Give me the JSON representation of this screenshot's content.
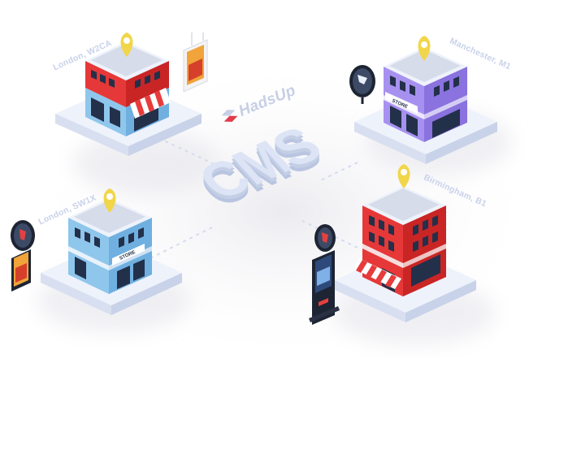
{
  "brand": {
    "name": "HadsUp",
    "center_label": "CMS"
  },
  "stores": [
    {
      "location": "London, W2CA",
      "color": "#e63838",
      "ground_color": "#8fc6ec"
    },
    {
      "location": "Manchester, M1",
      "color": "#a791f0",
      "sign": "STORE"
    },
    {
      "location": "London, SW1X",
      "color": "#8fc6ec",
      "sign": "STORE"
    },
    {
      "location": "Birmingham, B1",
      "color": "#e63838"
    }
  ],
  "colors": {
    "platform": "#e8edf8",
    "connector": "#d4dcee",
    "pin": "#f1d64a",
    "awning_red": "#e83b3b"
  },
  "icons": [
    "location-pin-icon",
    "digital-poster-icon",
    "round-screen-icon",
    "digital-totem-icon"
  ]
}
